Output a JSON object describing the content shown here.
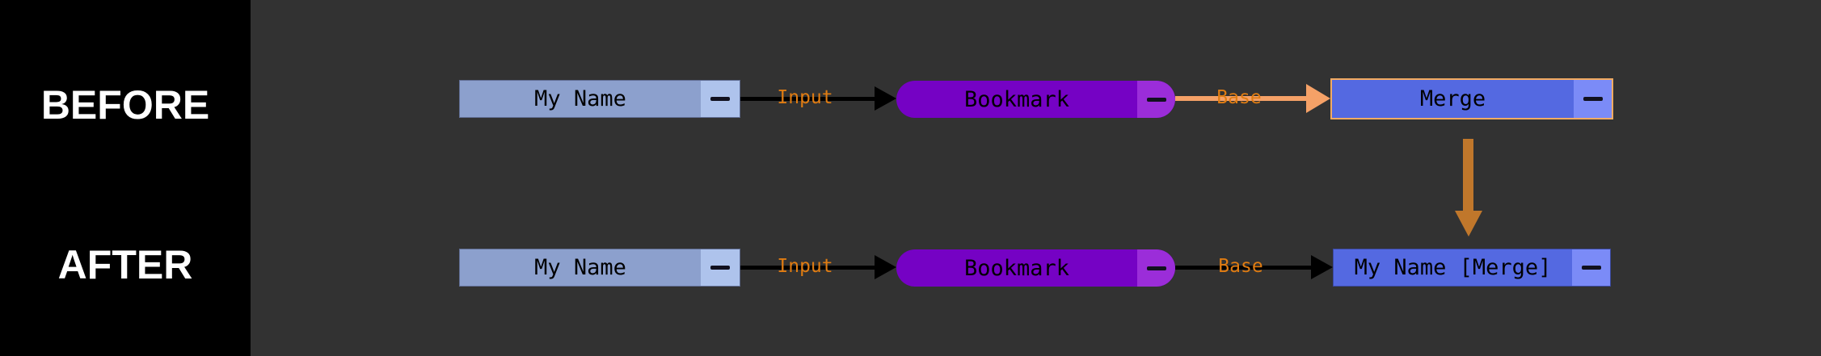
{
  "diagram": {
    "title": "node-rename-before-after",
    "rows": {
      "before": {
        "label": "BEFORE",
        "nodes": {
          "source": {
            "label": "My Name",
            "shape": "rect",
            "selected": false
          },
          "bookmark": {
            "label": "Bookmark",
            "shape": "rounded-pill",
            "selected": false
          },
          "merge": {
            "label": "Merge",
            "shape": "rect",
            "selected": true
          }
        },
        "edges": {
          "input": {
            "label": "Input",
            "from": "My Name",
            "to": "Bookmark",
            "style": "black"
          },
          "base": {
            "label": "Base",
            "from": "Bookmark",
            "to": "Merge",
            "style": "highlight-orange"
          }
        }
      },
      "after": {
        "label": "AFTER",
        "nodes": {
          "source": {
            "label": "My Name",
            "shape": "rect",
            "selected": false
          },
          "bookmark": {
            "label": "Bookmark",
            "shape": "rounded-pill",
            "selected": false
          },
          "merge": {
            "label": "My Name [Merge]",
            "shape": "rect",
            "selected": false
          }
        },
        "edges": {
          "input": {
            "label": "Input",
            "from": "My Name",
            "to": "Bookmark",
            "style": "black"
          },
          "base": {
            "label": "Base",
            "from": "Bookmark",
            "to": "My Name [Merge]",
            "style": "black"
          }
        }
      }
    },
    "transition_arrow": {
      "direction": "down",
      "from": "Merge",
      "to": "My Name [Merge]"
    }
  },
  "icons": {
    "collapse": "minus-icon"
  },
  "colors": {
    "background": "#323232",
    "sidebar": "#000000",
    "sidebar_text": "#ffffff",
    "node_text": "#000000",
    "edge_black": "#000000",
    "edge_label": "#e07c12",
    "name_body": "#8ca0cd",
    "name_tab": "#aec3ec",
    "bookmark_body": "#7502c4",
    "bookmark_tab": "#9b2dd9",
    "merge_body": "#5469e1",
    "merge_tab": "#7b8bf7",
    "select_border": "#f2ab62",
    "salmon_edge": "#f5a167",
    "down_arrow": "#c0772b",
    "minus_glyph": "#11111f"
  }
}
